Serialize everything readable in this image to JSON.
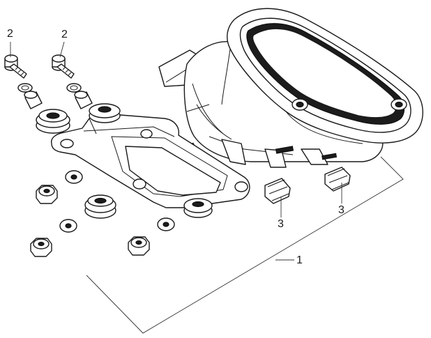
{
  "diagram": {
    "callouts": [
      {
        "id": "c-bolt-left",
        "text": "2"
      },
      {
        "id": "c-bolt-right",
        "text": "2"
      },
      {
        "id": "c-clip-left",
        "text": "3"
      },
      {
        "id": "c-clip-right",
        "text": "3"
      },
      {
        "id": "c-assembly",
        "text": "1"
      }
    ]
  }
}
